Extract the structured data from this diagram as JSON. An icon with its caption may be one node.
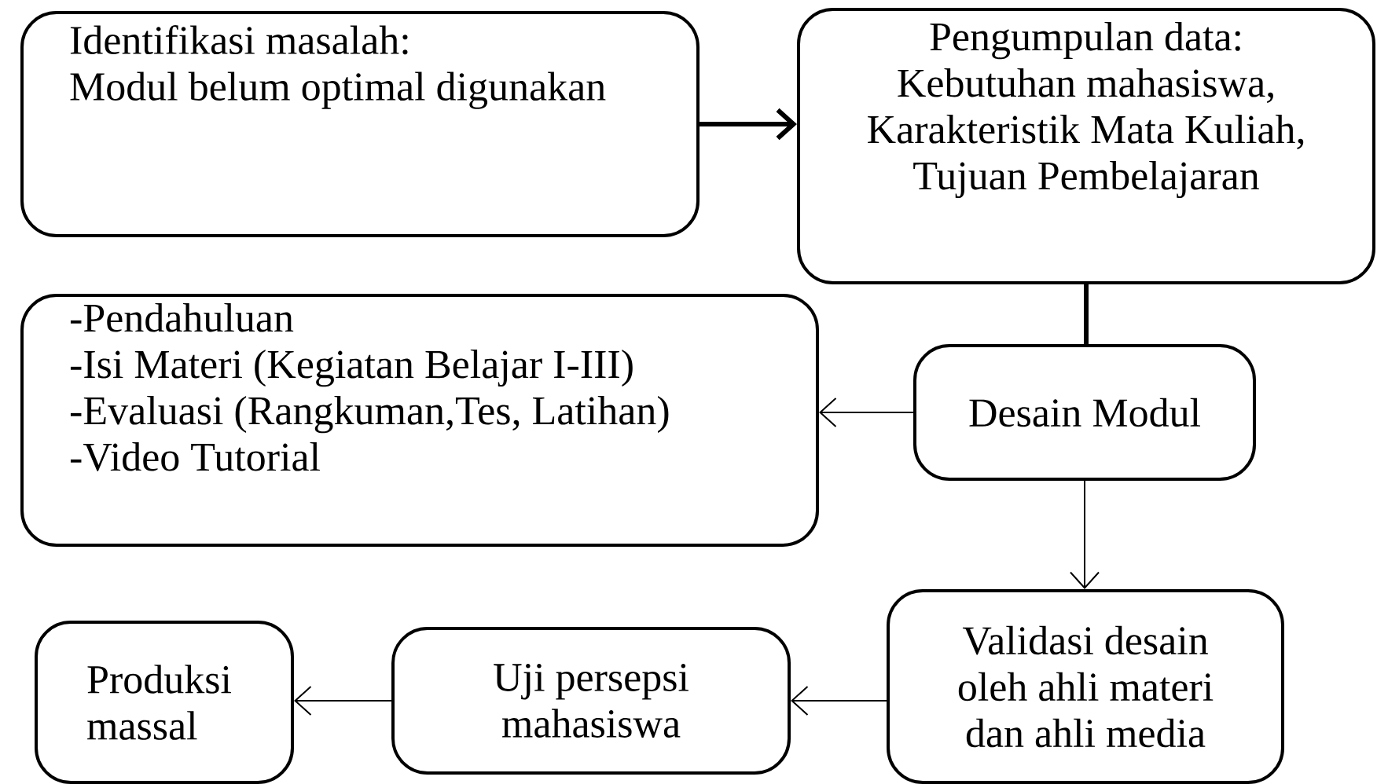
{
  "diagram": {
    "nodes": [
      {
        "text": [
          "Identifikasi masalah:",
          "Modul belum optimal digunakan"
        ]
      },
      {
        "text": [
          "Pengumpulan data:",
          "Kebutuhan mahasiswa, Karakteristik Mata Kuliah, Tujuan Pembelajaran"
        ]
      },
      {
        "text": [
          "-Pendahuluan",
          "-Isi Materi (Kegiatan Belajar I-III)",
          "-Evaluasi (Rangkuman,Tes, Latihan)",
          "-Video Tutorial"
        ]
      },
      {
        "text": [
          "Desain Modul"
        ]
      },
      {
        "text": [
          "Validasi desain oleh ahli materi dan ahli media"
        ]
      },
      {
        "text": [
          "Uji persepsi mahasiswa"
        ]
      },
      {
        "text": [
          "Produksi massal"
        ]
      }
    ],
    "edges": [
      {
        "from": 0,
        "to": 1,
        "arrow": "to",
        "style": "thick"
      },
      {
        "from": 1,
        "to": 3,
        "arrow": "none",
        "style": "thick"
      },
      {
        "from": 3,
        "to": 2,
        "arrow": "to"
      },
      {
        "from": 3,
        "to": 4,
        "arrow": "to"
      },
      {
        "from": 4,
        "to": 5,
        "arrow": "to"
      },
      {
        "from": 5,
        "to": 6,
        "arrow": "to"
      }
    ]
  }
}
